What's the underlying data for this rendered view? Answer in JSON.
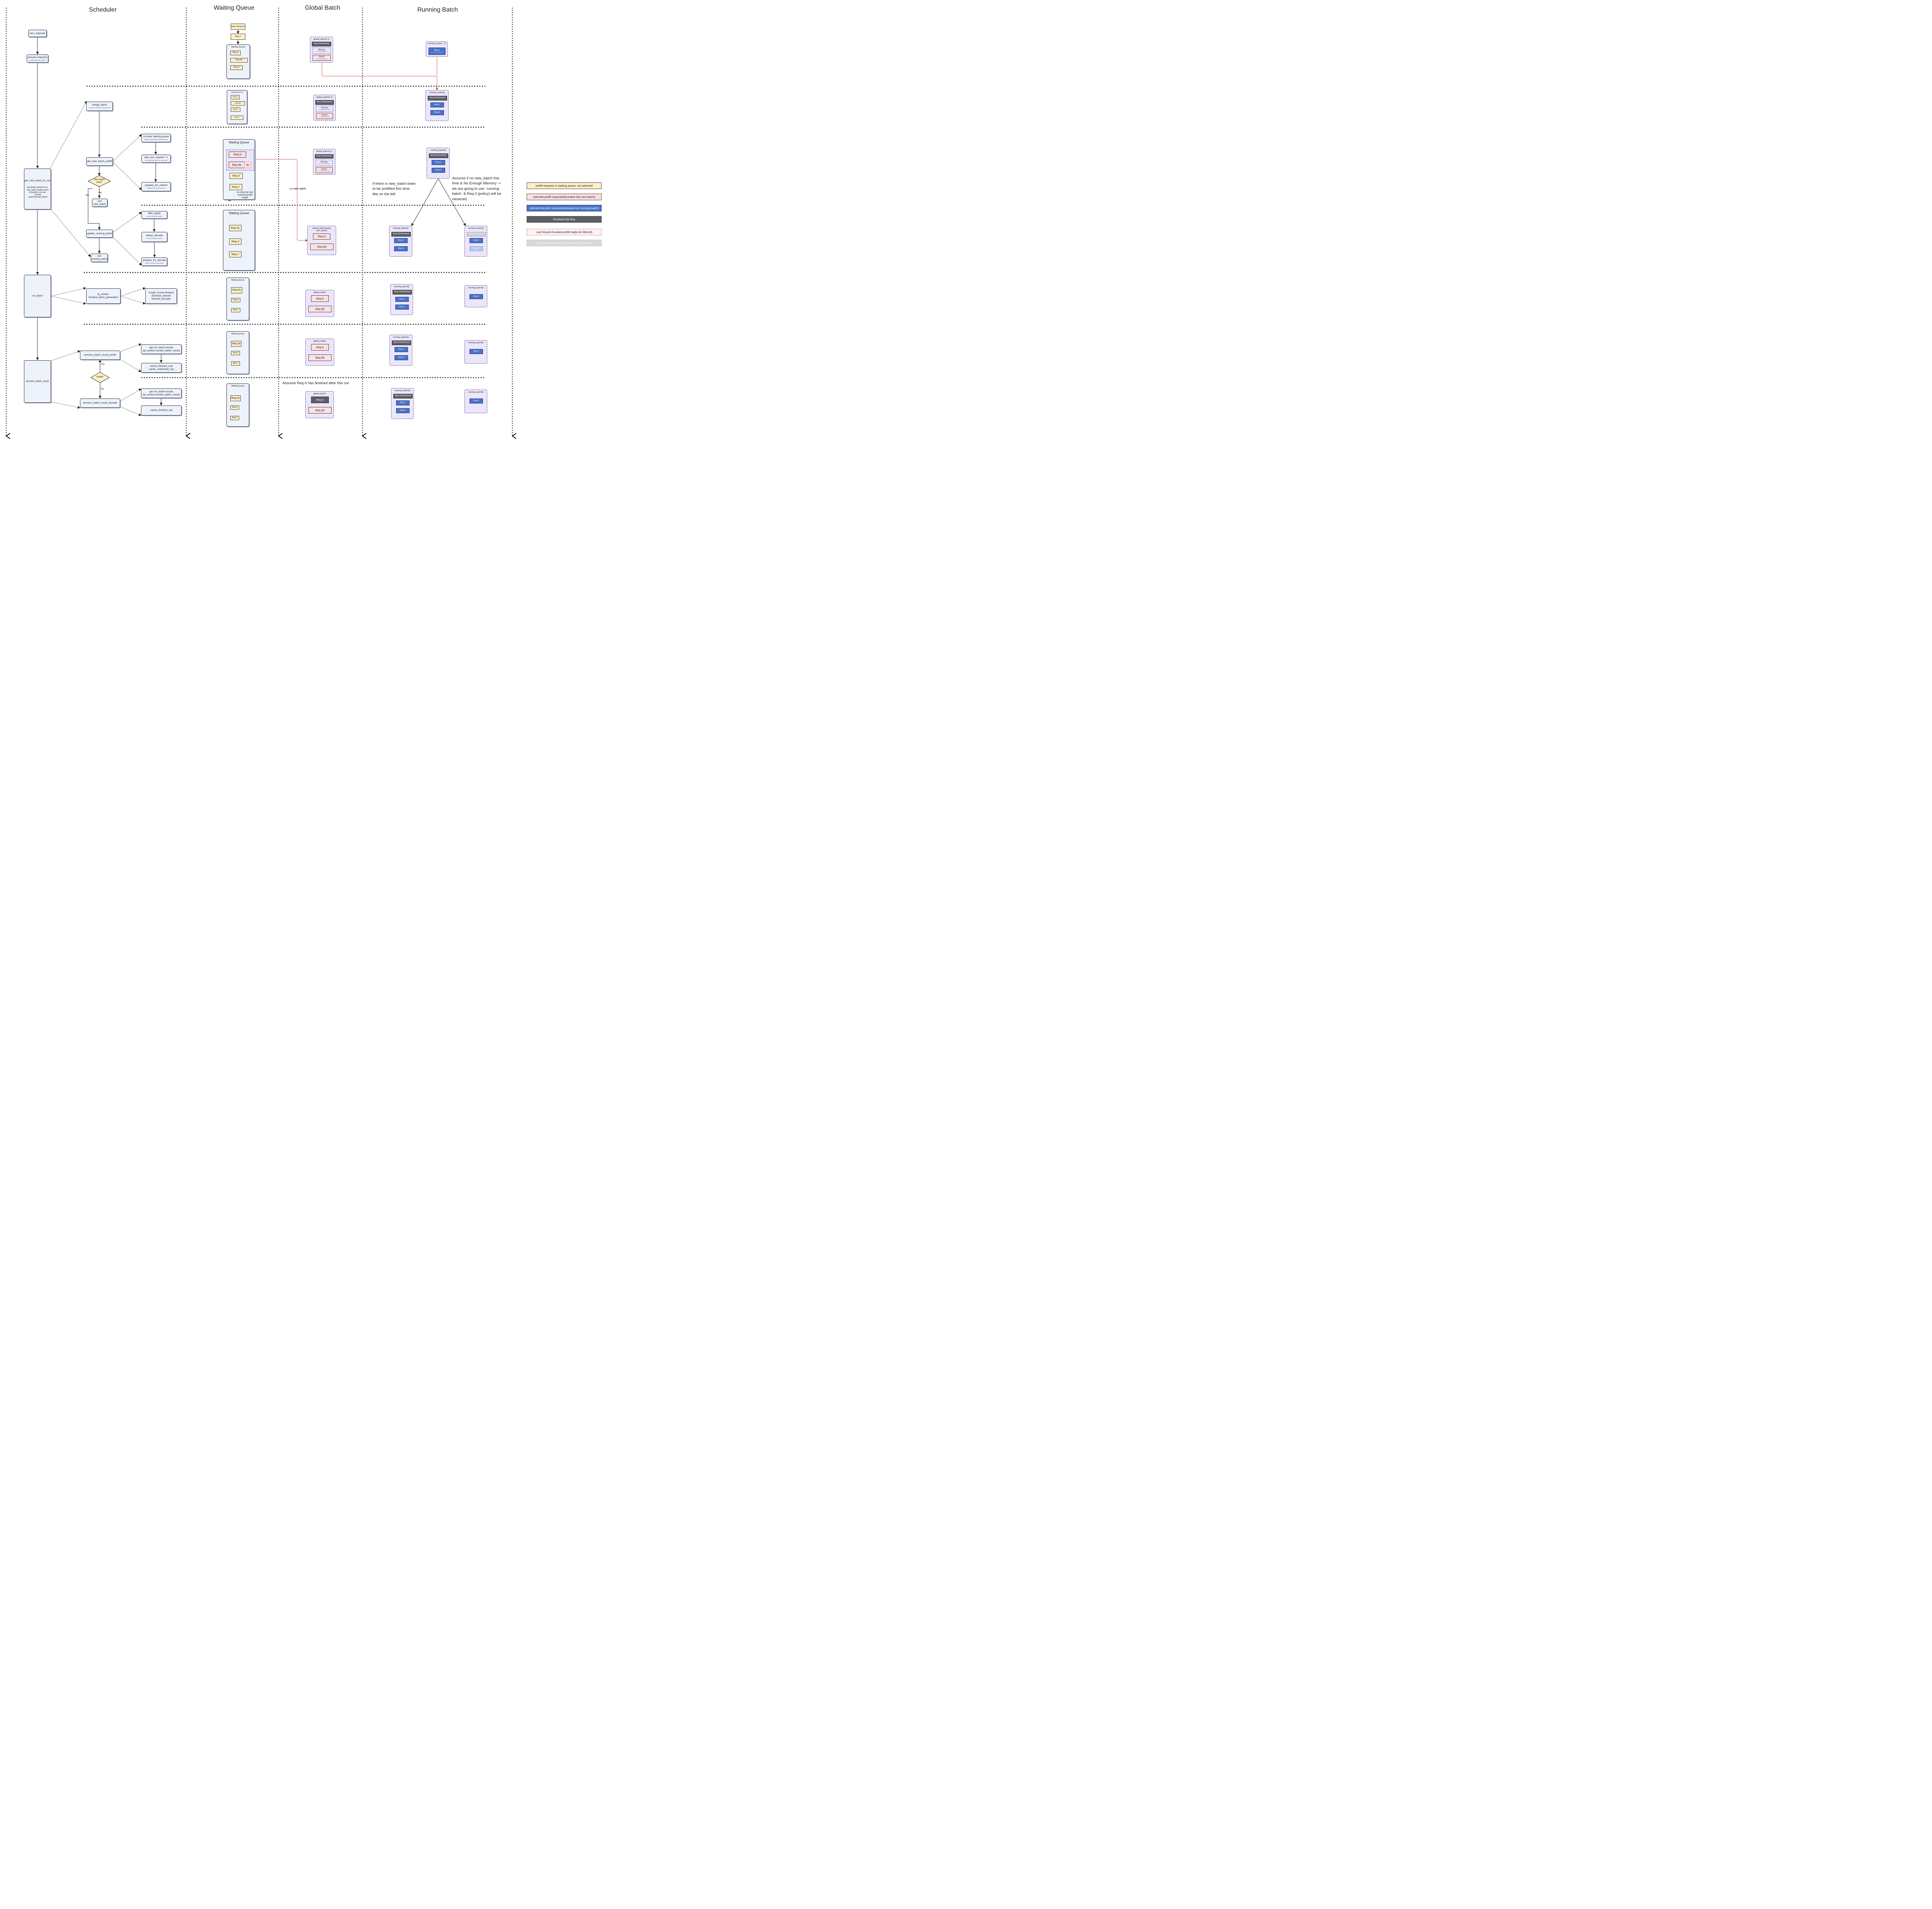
{
  "columns": {
    "scheduler": "Scheduler",
    "waiting_queue": "Waiting Queue",
    "global_batch": "Global Batch",
    "running_batch": "Running Batch"
  },
  "scheduler": {
    "recv_requests": "recv_requests",
    "process_requests": "process requests",
    "process_requests_sub": "handle_generate_request",
    "get_next_batch": "get_next_batch_to_run",
    "get_next_batch_desc": "get global_batch(i) from `new_batch`(prefill_batch) if possible, else use `running _batch`(decode_batch)",
    "run_batch": "run_batch",
    "process_batch_result": "process_batch_result",
    "merge_batch": "merge_batch",
    "merge_batch_sub": "merge last_batch to running batch",
    "get_new_batch_prefill": "get_new_batch_prefill",
    "new_batch_exist": "new batch exist?",
    "yes": "Yes",
    "no": "No",
    "use_new_batch": "use new_batch",
    "update_running_batch": "update_running_batch",
    "use_running_batch": "use running_batch",
    "reorder": "re-order waiting queue",
    "reorder_sub": "Reorder according to scheduler policy",
    "add_one_request": "add_one_request * n",
    "add_one_request_sub": "move reqs from queue to new_batch",
    "prepare_for_extend": "prepare_for_extend",
    "prepare_for_extend_sub": "Allocate mem_pool's memory",
    "filter_batch": "filter_batch",
    "filter_batch_sub": "filter out finished requests",
    "retract_decode": "retract_decode",
    "retract_decode_sub": "when not enough memory",
    "prepare_for_decode": "prepare_for_decode",
    "prepare_for_decode_sub": "Allocate memory(1 token/req)",
    "tp_worker": "tp_worker. forward_batch_generation",
    "model_runner": "model_runner.forward (forward_extend/ forward_decode)",
    "process_batch_result_prefill": "process_batch_result_prefill",
    "prefill_q": "Prefill?",
    "get_run_batch_results": "get run_batch results (tp_worker.resolve_batch_result)",
    "cache_finished_unfinished": "cache_finished_req/ cache_unfinished_req",
    "process_batch_result_decode": "process_batch_result_decode",
    "cache_finished_req": "cache_finished_req"
  },
  "waiting": {
    "raw_request": "Raw Request",
    "waiting_queue_title": "Waiting Queue",
    "req_7": "Req 7",
    "req_3": "Req 3",
    "req_5b": "Req 5b",
    "req_6": "Req 6",
    "req_5c": "Req 5c",
    "five_c": "5c",
    "reorder_note": "re-order by max matched prefix length",
    "use_label": "use",
    "new_batch_bold": "new_batch"
  },
  "global": {
    "title_prev": "global_batch(i-1)",
    "title_using_new": "global_batch(using new_batch)",
    "title_plain": "global_batch",
    "req_old_finished": "Req Old finished",
    "req_5a": "Req 5a",
    "req_5a_sub": "(i-1 round prefill req)",
    "req_0": "Req 0",
    "req_0_sub": "(i-1 round prefill req)",
    "req_6": "Req 6",
    "req_5b": "Req 5b"
  },
  "running": {
    "title_prev": "running_batch(i - 1)",
    "title_i": "running_batch(i)",
    "req_1": "Req 1",
    "req_1_sub": "(i-1 round decode req)",
    "req_0": "Req 0",
    "req_old_finished": "Req Old finished"
  },
  "notes": {
    "if_new_batch": "if there is new_batch been to be prefilled this time like on the left",
    "assume_no_new": "Assume if no new_batch this time & No Enough Memory -> we are going to use `running batch` & Req 0 (policy) will be retracted",
    "assume_req6": "Assume Req 6 has finished after this run"
  },
  "legend": [
    {
      "label": "prefill requests in waiting queue, not selected",
      "color": "#fdf0c6"
    },
    {
      "label": "selected prefill requested(created into new batch)",
      "color": "#fde0e2"
    },
    {
      "label": "selected decode requested(created into running batch)",
      "color": "#4a72c8"
    },
    {
      "label": "Finished Old Req",
      "color": "#5b5f66"
    },
    {
      "label": "Last Round chunked prefill req(to be filtered)",
      "color": "#fdf3f3"
    },
    {
      "label": "Last Round Finished Old Req(to be filtered)",
      "color": "#d9d9dc"
    }
  ]
}
